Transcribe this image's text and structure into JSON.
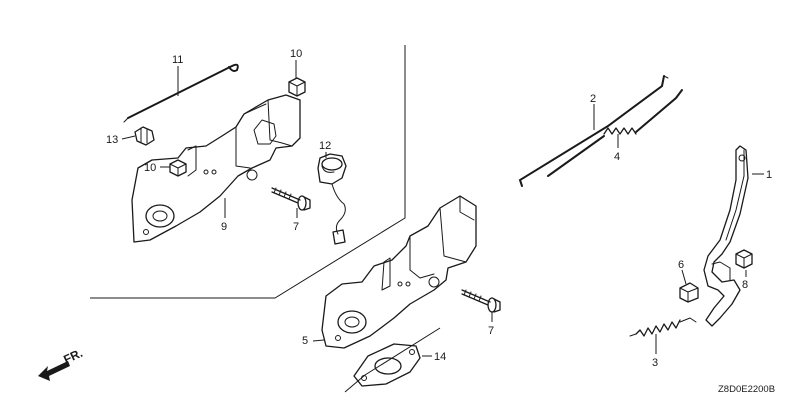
{
  "diagram_code": "Z8D0E2200B",
  "direction_label": "FR.",
  "callouts": {
    "c1": "1",
    "c2": "2",
    "c3": "3",
    "c4": "4",
    "c5": "5",
    "c6": "6",
    "c7a": "7",
    "c7b": "7",
    "c8": "8",
    "c9": "9",
    "c10a": "10",
    "c10b": "10",
    "c11": "11",
    "c12": "12",
    "c13": "13",
    "c14": "14"
  }
}
